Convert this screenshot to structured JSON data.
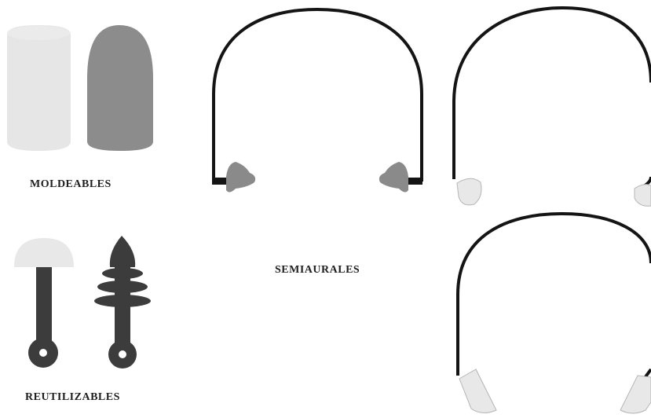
{
  "labels": {
    "moldeables": "MOLDEABLES",
    "semiaurales": "SEMIAURALES",
    "reutilizables": "REUTILIZABLES"
  },
  "icons": [
    "cylinder-foam-earplug-icon",
    "bullet-foam-earplug-icon",
    "mushroom-reusable-earplug-icon",
    "flanged-reusable-earplug-icon",
    "semi-aural-band-with-tips-icon",
    "semi-aural-band-with-pod-tips-icon",
    "semi-aural-band-with-conical-tips-icon"
  ],
  "colors": {
    "band": "#141414",
    "foam_light": "#e6e6e6",
    "foam_dark": "#8c8c8c",
    "stem": "#3c3c3c",
    "tip_gray": "#8a8a8a",
    "tip_light": "#e8e8e8"
  }
}
